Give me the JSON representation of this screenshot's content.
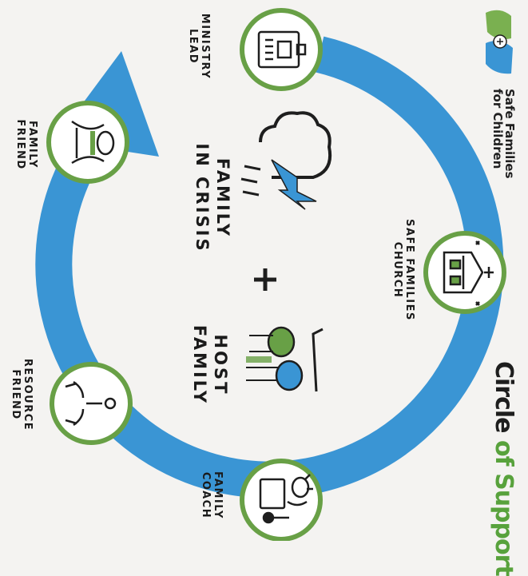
{
  "title": {
    "word1": "Circle",
    "word2": "of",
    "word3": "Support"
  },
  "brand": {
    "line1": "Safe Families",
    "line2": "for Children"
  },
  "nodes": {
    "church": {
      "line1": "SAFE FAMILIES",
      "line2": "CHURCH"
    },
    "coach": {
      "line1": "FAMILY",
      "line2": "COACH"
    },
    "resource": {
      "line1": "RESOURCE",
      "line2": "FRIEND"
    },
    "friend": {
      "line1": "FAMILY",
      "line2": "FRIEND"
    },
    "ministry": {
      "line1": "MINISTRY",
      "line2": "LEAD"
    }
  },
  "center": {
    "crisis_line1": "FAMILY",
    "crisis_line2": "IN CRISIS",
    "plus": "+",
    "host_line1": "HOST",
    "host_line2": "FAMILY"
  },
  "colors": {
    "ring": "#3a95d4",
    "node_border": "#68a046",
    "accent_green": "#58a23c",
    "text": "#1a1a1a"
  },
  "icons": {
    "church": "church-icon",
    "coach": "mentor-icon",
    "resource": "helping-hands-icon",
    "friend": "hug-icon",
    "ministry": "id-badge-icon",
    "crisis": "storm-cloud-icon",
    "host": "family-house-icon"
  }
}
